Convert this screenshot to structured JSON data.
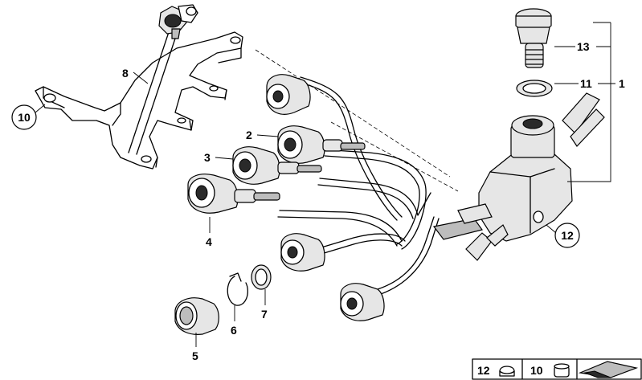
{
  "callouts": {
    "c1": "1",
    "c2": "2",
    "c3": "3",
    "c4": "4",
    "c5": "5",
    "c6": "6",
    "c7": "7",
    "c8": "8",
    "c10": "10",
    "c11": "11",
    "c12": "12",
    "c13": "13"
  },
  "legend": {
    "item_12": "12",
    "item_10": "10"
  }
}
